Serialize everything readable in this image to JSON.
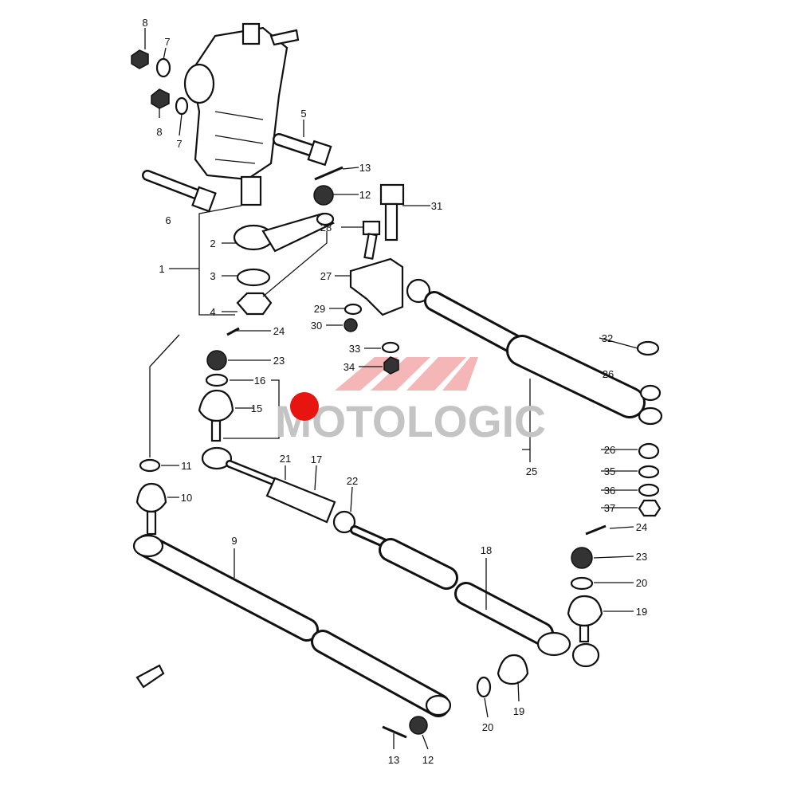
{
  "title": "Steering linkage exploded parts diagram",
  "watermark": "MOTOLOGIC",
  "colors": {
    "marker": "#e8140f",
    "watermark_text": "#c4c4c4",
    "watermark_logo": "#f2a5a5"
  },
  "labels": [
    "8",
    "7",
    "8",
    "7",
    "5",
    "13",
    "6",
    "12",
    "31",
    "28",
    "2",
    "1",
    "27",
    "3",
    "4",
    "29",
    "30",
    "24",
    "32",
    "33",
    "23",
    "34",
    "26",
    "16",
    "15",
    "26",
    "21",
    "17",
    "11",
    "35",
    "25",
    "22",
    "36",
    "10",
    "37",
    "24",
    "9",
    "18",
    "23",
    "20",
    "19",
    "19",
    "20",
    "13",
    "12"
  ]
}
